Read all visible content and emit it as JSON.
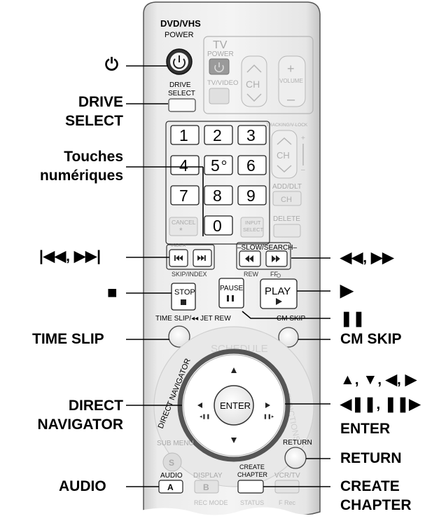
{
  "remote": {
    "header_line1": "DVD/VHS",
    "header_line2": "POWER",
    "tv_label": "TV",
    "tv_power": "POWER",
    "tv_video": "TV/VIDEO",
    "ch": "CH",
    "volume": "VOLUME",
    "drive_select_line1": "DRIVE",
    "drive_select_line2": "SELECT",
    "tracking": "TRACKING/V-LOCK",
    "digits": [
      "1",
      "2",
      "3",
      "4",
      "5",
      "6",
      "7",
      "8",
      "9",
      "0"
    ],
    "add_dlt": "ADD/DLT",
    "ch2": "CH",
    "cancel": "CANCEL",
    "input_select_line1": "INPUT",
    "input_select_line2": "SELECT",
    "delete": "DELETE",
    "slow_search": "–SLOW/SEARCH–",
    "skip_index": "SKIP/INDEX",
    "rew": "REW",
    "ff": "FF",
    "stop": "STOP",
    "pause": "PAUSE",
    "play": "PLAY",
    "time_slip": "TIME SLIP/◂◂ JET REW",
    "cm_skip": "CM SKIP",
    "schedule": "SCHEDULE",
    "functions": "FUNCTIONS",
    "direct_navigator": "DIRECT NAVIGATOR",
    "enter": "ENTER",
    "sub_menu": "SUB MENU",
    "s": "S",
    "return": "RETURN",
    "audio": "AUDIO",
    "a": "A",
    "display": "DISPLAY",
    "b": "B",
    "create_line1": "CREATE",
    "create_line2": "CHAPTER",
    "vcr_tv": "VCR/TV",
    "f_rec": "F Rec",
    "rec_mode": "REC MODE",
    "status": "STATUS"
  },
  "callouts": {
    "power_sym": "⏻",
    "drive_select_1": "DRIVE",
    "drive_select_2": "SELECT",
    "numeric_1": "Touches",
    "numeric_2": "numériques",
    "skip": "|◀◀, ▶▶|",
    "stop": "■",
    "time_slip": "TIME SLIP",
    "direct_nav_1": "DIRECT",
    "direct_nav_2": "NAVIGATOR",
    "audio": "AUDIO",
    "search": "◀◀, ▶▶",
    "play": "▶",
    "pause": "❚❚",
    "cm_skip": "CM SKIP",
    "arrows": "▲, ▼, ◀, ▶",
    "frames": "◀❚❚, ❚❚▶",
    "enter": "ENTER",
    "return": "RETURN",
    "create_1": "CREATE",
    "create_2": "CHAPTER"
  }
}
